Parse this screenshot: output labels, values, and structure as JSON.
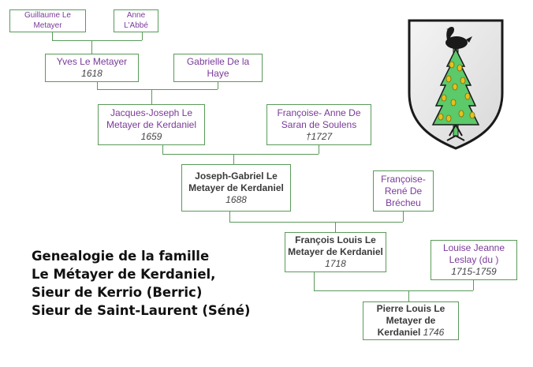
{
  "title": {
    "line1": "Genealogie de la famille",
    "line2": "Le Métayer de Kerdaniel,",
    "line3": "Sieur de Kerrio (Berric)",
    "line4": "Sieur de Saint-Laurent (Séné)"
  },
  "persons": {
    "guillaume": {
      "name_l1": "Guillaume Le",
      "name_l2": "Metayer"
    },
    "anne": {
      "name_l1": "Anne",
      "name_l2": "L'Abbé"
    },
    "yves": {
      "name": "Yves Le Metayer",
      "date": "1618"
    },
    "gabrielle": {
      "name_l1": "Gabrielle De la",
      "name_l2": "Haye"
    },
    "jacques": {
      "name_l1": "Jacques-Joseph Le",
      "name_l2": "Metayer de Kerdaniel",
      "date": "1659"
    },
    "francoise_anne": {
      "name_l1": "Françoise- Anne De",
      "name_l2": "Saran de Soulens",
      "date": "†1727"
    },
    "joseph": {
      "name_l1": "Joseph-Gabriel Le",
      "name_l2": "Metayer de Kerdaniel",
      "date": "1688"
    },
    "francoise_rene": {
      "name_l1": "Françoise-",
      "name_l2": "René De",
      "name_l3": "Brécheu"
    },
    "francois": {
      "name_l1": "François Louis Le",
      "name_l2": "Metayer de Kerdaniel",
      "date": "1718"
    },
    "louise": {
      "name_l1": "Louise Jeanne",
      "name_l2": "Leslay (du )",
      "date": "1715-1759"
    },
    "pierre": {
      "name_l1": "Pierre Louis Le",
      "name_l2": "Metayer de",
      "name_l3": "Kerdaniel",
      "date": "1746"
    }
  },
  "colors": {
    "border": "#5a9a5a",
    "purple_name": "#7a3a9a",
    "bold_name": "#3a3a3a",
    "tree_green": "#5cc96a",
    "fruit_yellow": "#e3c21f"
  },
  "icons": {
    "coat_of_arms": "shield-with-bird-and-tree-icon"
  }
}
